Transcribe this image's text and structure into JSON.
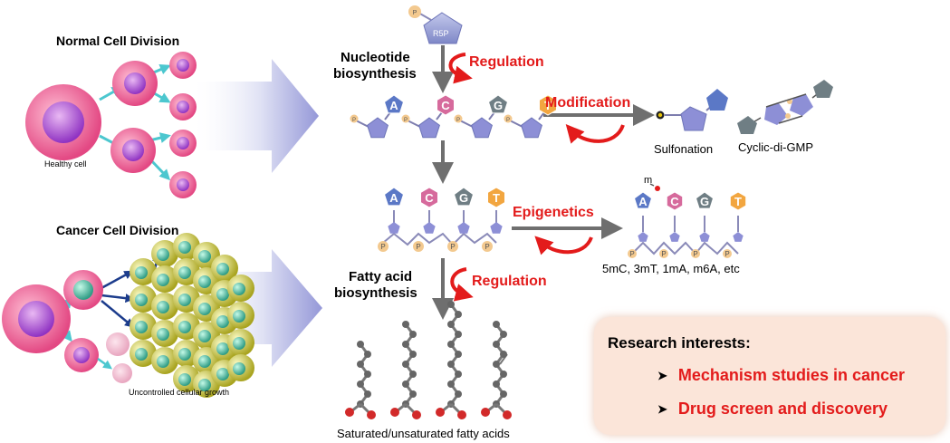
{
  "normal": {
    "title": "Normal Cell Division",
    "cell_label": "Healthy cell"
  },
  "cancer": {
    "title": "Cancer Cell Division",
    "growth_label": "Uncontrolled cellular growth"
  },
  "r5p": "R5P",
  "phosphate": "P",
  "bases": [
    "A",
    "C",
    "G",
    "T"
  ],
  "nucleotide": {
    "title_line1": "Nucleotide",
    "title_line2": "biosynthesis",
    "regulation": "Regulation"
  },
  "modification": {
    "label": "Modification",
    "sulfonation": "Sulfonation",
    "cyclic": "Cyclic-di-GMP"
  },
  "epigenetics": {
    "label": "Epigenetics",
    "methyl": "m",
    "marks": "5mC, 3mT, 1mA, m6A, etc"
  },
  "fatty": {
    "title_line1": "Fatty acid",
    "title_line2": "biosynthesis",
    "regulation": "Regulation",
    "caption": "Saturated/unsaturated  fatty acids"
  },
  "research": {
    "title": "Research interests:",
    "items": [
      "Mechanism studies in cancer",
      "Drug screen and discovery"
    ]
  },
  "colors": {
    "accent_red": "#e31b1b",
    "A": "#5b78c6",
    "C": "#d66a9c",
    "G": "#6f7e84",
    "T": "#f2a640",
    "sugar": "#8d8fd6",
    "phosphate": "#f3c98f"
  }
}
